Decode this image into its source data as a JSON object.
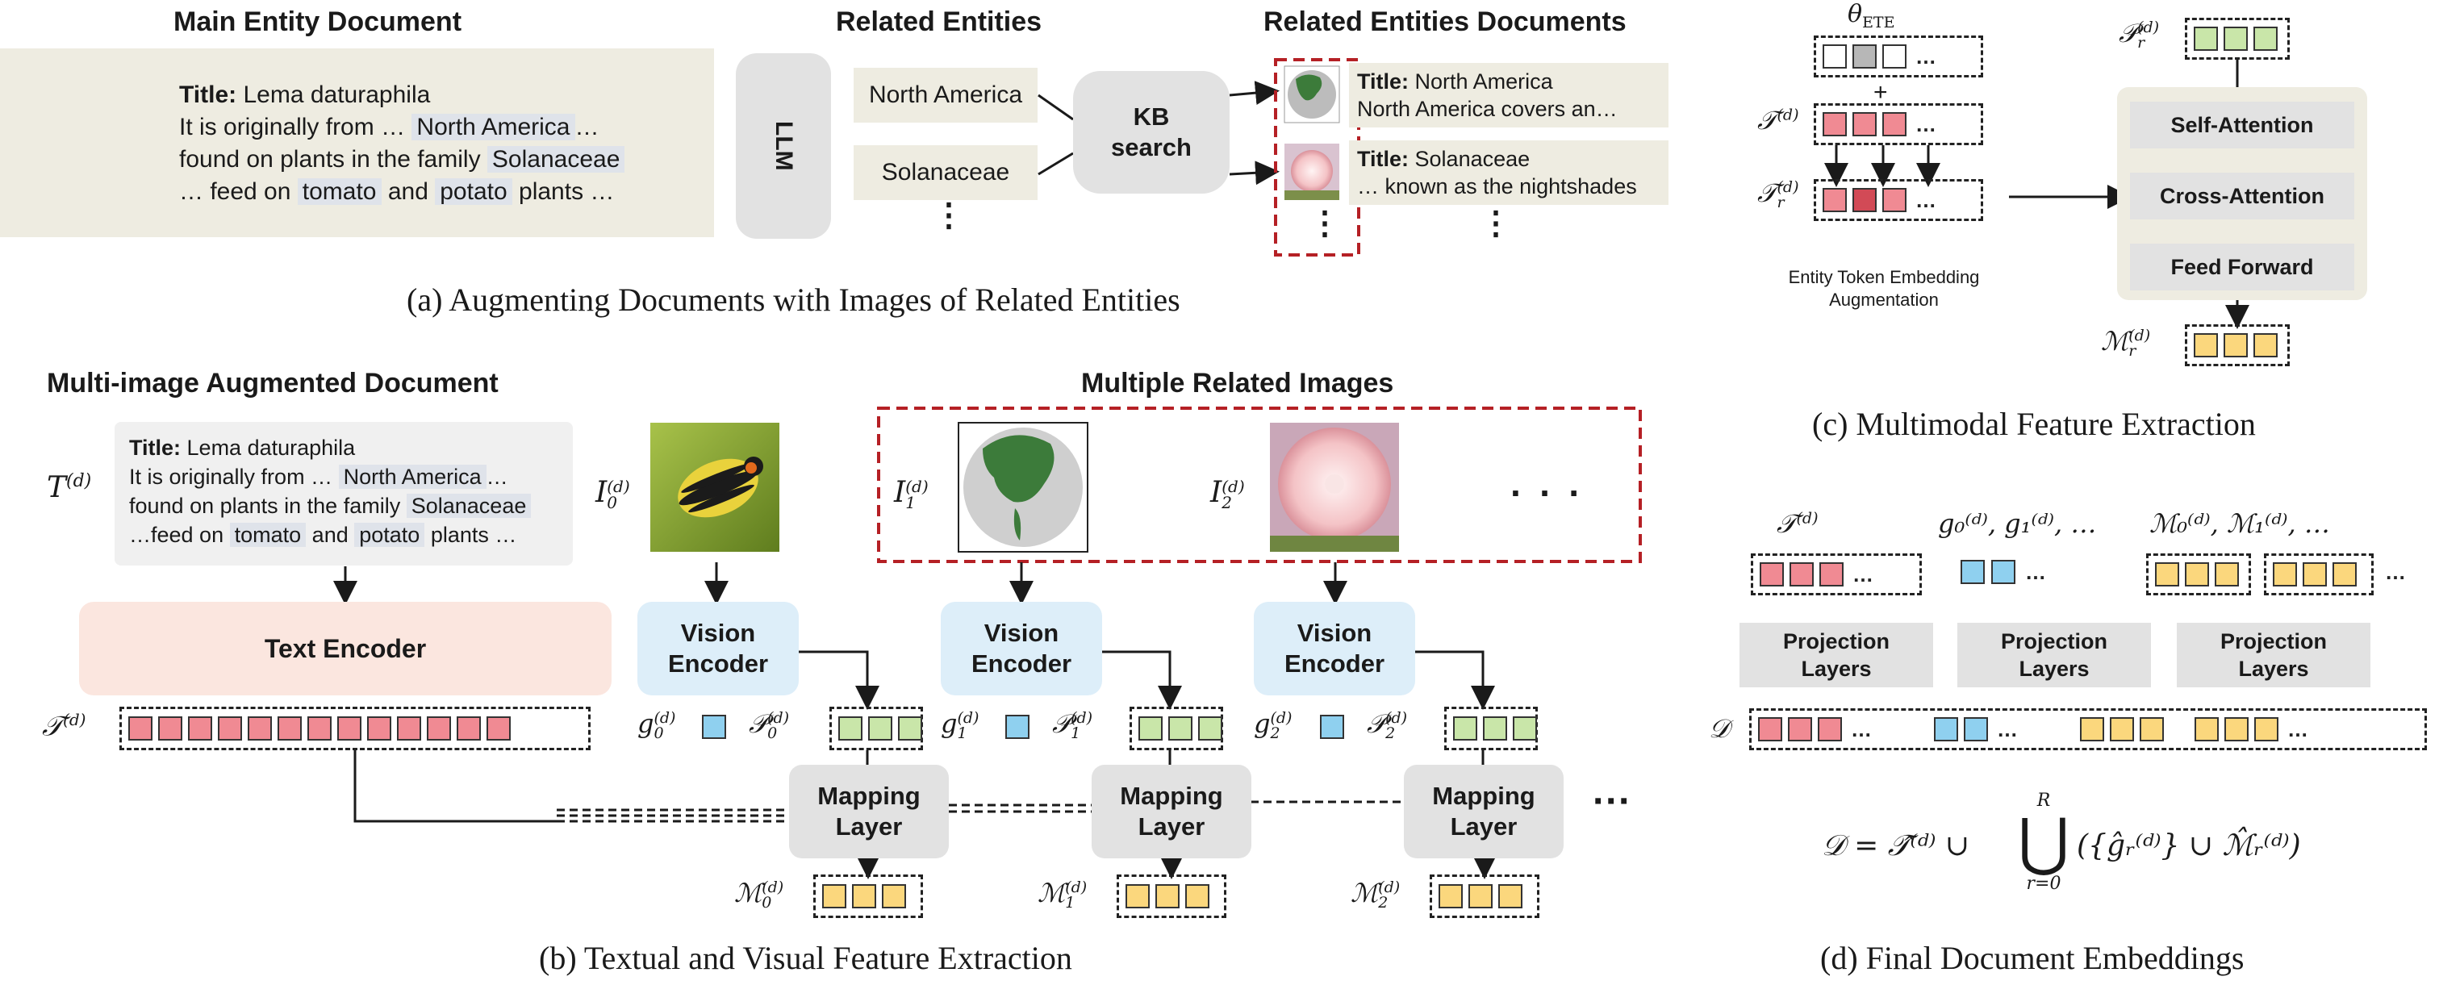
{
  "panel_a": {
    "main_entity_header": "Main Entity Document",
    "related_entities_header": "Related Entities",
    "related_docs_header": "Related Entities Documents",
    "doc_title_label": "Title:",
    "doc_title_value": "Lema daturaphila",
    "doc_line1_a": "It is originally from …",
    "doc_line1_hl": "North America",
    "doc_line1_b": "…",
    "doc_line2_a": "found on plants in the family",
    "doc_line2_hl": "Solanaceae",
    "doc_line3_a": "… feed on",
    "doc_line3_hl1": "tomato",
    "doc_line3_b": "and",
    "doc_line3_hl2": "potato",
    "doc_line3_c": "plants …",
    "llm_label": "LLM",
    "entity1": "North America",
    "entity2": "Solanaceae",
    "vdots": "⋮",
    "kb_search": "KB\nsearch",
    "rel_doc1_title_label": "Title:",
    "rel_doc1_title": "North America",
    "rel_doc1_text": "North America covers an…",
    "rel_doc2_title_label": "Title:",
    "rel_doc2_title": "Solanaceae",
    "rel_doc2_text": "… known as the nightshades",
    "caption": "(a) Augmenting Documents with Images of Related Entities"
  },
  "panel_b": {
    "doc_header": "Multi-image Augmented Document",
    "images_header": "Multiple Related Images",
    "doc_title_label": "Title:",
    "doc_title_value": "Lema daturaphila",
    "doc_line1_a": "It is originally from …",
    "doc_line1_hl": "North America",
    "doc_line1_b": "…",
    "doc_line2_a": "found on plants in the family",
    "doc_line2_hl": "Solanaceae",
    "doc_line3_a": "…feed on",
    "doc_line3_hl1": "tomato",
    "doc_line3_b": "and",
    "doc_line3_hl2": "potato",
    "doc_line3_c": "plants …",
    "t_sym": "T",
    "i0_sym": "I",
    "i0_sub": "0",
    "i1_sym": "I",
    "i1_sub": "1",
    "i2_sym": "I",
    "i2_sub": "2",
    "sup_d": "(d)",
    "hdots": "· · ·",
    "text_encoder": "Text Encoder",
    "vision_encoder": "Vision\nEncoder",
    "t_cal_sym": "𝒯",
    "g0": "g",
    "g0_sub": "0",
    "g1": "g",
    "g1_sub": "1",
    "g2": "g",
    "g2_sub": "2",
    "p0": "𝒫",
    "p0_sub": "0",
    "p1": "𝒫",
    "p1_sub": "1",
    "p2": "𝒫",
    "p2_sub": "2",
    "mapping_layer": "Mapping\nLayer",
    "m0": "ℳ",
    "m0_sub": "0",
    "m1": "ℳ",
    "m1_sub": "1",
    "m2": "ℳ",
    "m2_sub": "2",
    "tail_dots": "···",
    "caption": "(b) Textual and Visual Feature Extraction"
  },
  "panel_c": {
    "theta_ete": "θ",
    "theta_sub": "ETE",
    "plus": "+",
    "t_cal_sym": "𝒯",
    "t_r_sym": "𝒯",
    "r_sub": "r",
    "sup_d": "(d)",
    "ete_caption": "Entity Token Embedding\nAugmentation",
    "p_r_sym": "𝒫",
    "m_r_sym": "ℳ",
    "self_attention": "Self-Attention",
    "cross_attention": "Cross-Attention",
    "feed_forward": "Feed Forward",
    "caption": "(c) Multimodal Feature Extraction"
  },
  "panel_d": {
    "t_cal_sym": "𝒯",
    "sup_d": "(d)",
    "g_list": "g₀⁽ᵈ⁾, g₁⁽ᵈ⁾, …",
    "m_list": "ℳ₀⁽ᵈ⁾,   ℳ₁⁽ᵈ⁾, …",
    "projection_layers": "Projection\nLayers",
    "d_sym": "𝒟",
    "formula_lhs": "𝒟 = 𝒯̂⁽ᵈ⁾ ∪",
    "formula_big_union": "⋃",
    "formula_upper": "R",
    "formula_lower": "r=0",
    "formula_rhs": "({ĝᵣ⁽ᵈ⁾} ∪ ℳ̂ᵣ⁽ᵈ⁾)",
    "caption": "(d) Final Document Embeddings"
  },
  "colors": {
    "text_token": "#f08a93",
    "text_token_dark": "#d24a56",
    "patch_token": "#c9e6a9",
    "mapped_token": "#fbd77d",
    "global_token": "#8fd0ef",
    "encoder_blue": "#ddeef9",
    "encoder_pink": "#fbe6df",
    "highlight_red": "#b52025"
  },
  "icons": [
    "beetle-image",
    "globe-image",
    "flower-image"
  ]
}
